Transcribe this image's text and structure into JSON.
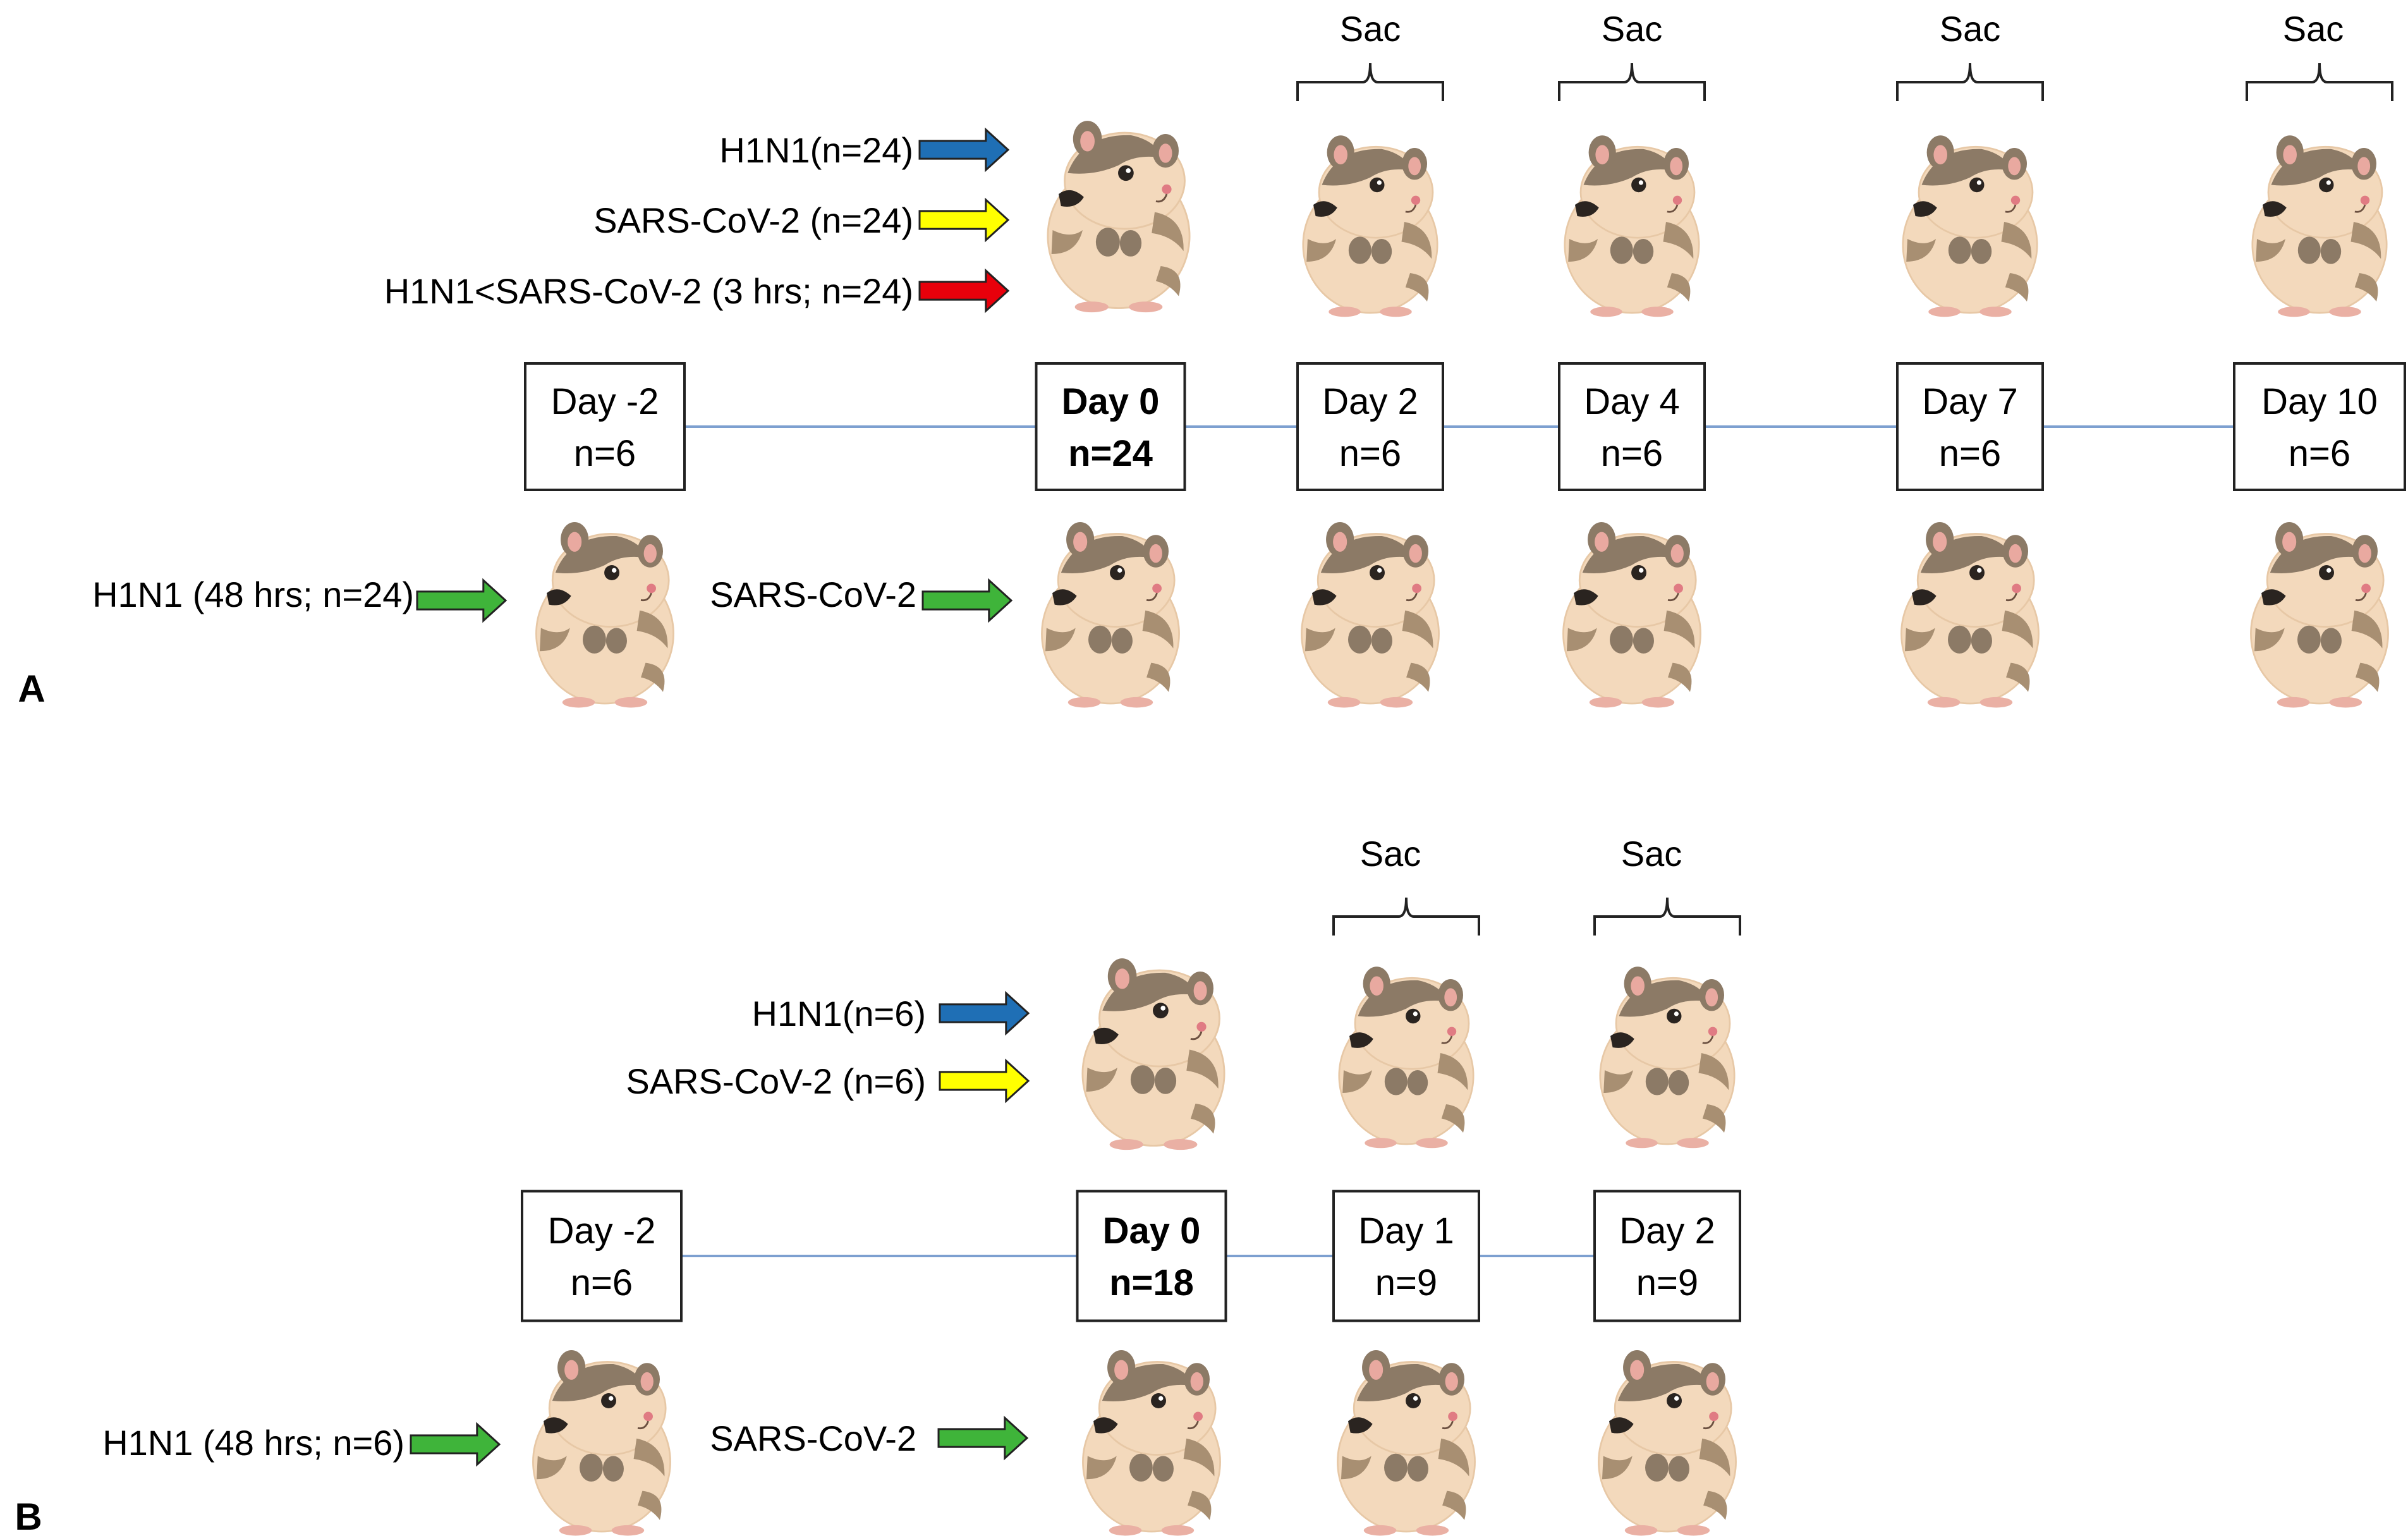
{
  "colors": {
    "timeline_line": "#7da0d0",
    "h1n1_arrow": "#1f6fb5",
    "sars_arrow": "#ffff00",
    "coinfection_arrow": "#e8000b",
    "green_arrow": "#3fb43a",
    "hamster_fur": "#f3d9bc",
    "hamster_dark": "#8c7a66"
  },
  "icons": {
    "hamster": "hamster-icon",
    "bracket": "sac-bracket-icon",
    "arrow": "block-arrow-icon"
  },
  "panel_a": {
    "letter": "A",
    "legend": [
      {
        "text": "H1N1(n=24)",
        "color": "#1f6fb5"
      },
      {
        "text": "SARS-CoV-2 (n=24)",
        "color": "#ffff00"
      },
      {
        "text": "H1N1<SARS-CoV-2 (3 hrs; n=24)",
        "color": "#e8000b"
      }
    ],
    "sac_label": "Sac",
    "days": [
      {
        "day": "Day -2",
        "n": "n=6",
        "bold": false
      },
      {
        "day": "Day 0",
        "n": "n=24",
        "bold": true
      },
      {
        "day": "Day 2",
        "n": "n=6",
        "bold": false
      },
      {
        "day": "Day 4",
        "n": "n=6",
        "bold": false
      },
      {
        "day": "Day 7",
        "n": "n=6",
        "bold": false
      },
      {
        "day": "Day 10",
        "n": "n=6",
        "bold": false
      }
    ],
    "lower_arrows": [
      {
        "text": "H1N1 (48 hrs; n=24)",
        "color": "#3fb43a"
      },
      {
        "text": "SARS-CoV-2",
        "color": "#3fb43a"
      }
    ]
  },
  "panel_b": {
    "letter": "B",
    "legend": [
      {
        "text": "H1N1(n=6)",
        "color": "#1f6fb5"
      },
      {
        "text": "SARS-CoV-2 (n=6)",
        "color": "#ffff00"
      }
    ],
    "sac_label": "Sac",
    "days": [
      {
        "day": "Day -2",
        "n": "n=6",
        "bold": false
      },
      {
        "day": "Day 0",
        "n": "n=18",
        "bold": true
      },
      {
        "day": "Day 1",
        "n": "n=9",
        "bold": false
      },
      {
        "day": "Day 2",
        "n": "n=9",
        "bold": false
      }
    ],
    "lower_arrows": [
      {
        "text": "H1N1 (48 hrs; n=6)",
        "color": "#3fb43a"
      },
      {
        "text": "SARS-CoV-2",
        "color": "#3fb43a"
      }
    ]
  }
}
